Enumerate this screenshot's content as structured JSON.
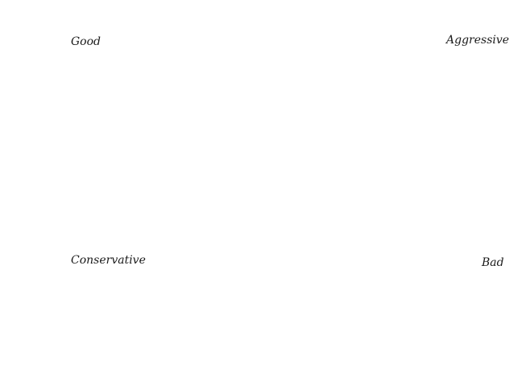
{
  "labels": {
    "top_left": "Good",
    "top_right": "Aggressive",
    "bottom_left": "Conservative",
    "bottom_right": "Bad"
  }
}
